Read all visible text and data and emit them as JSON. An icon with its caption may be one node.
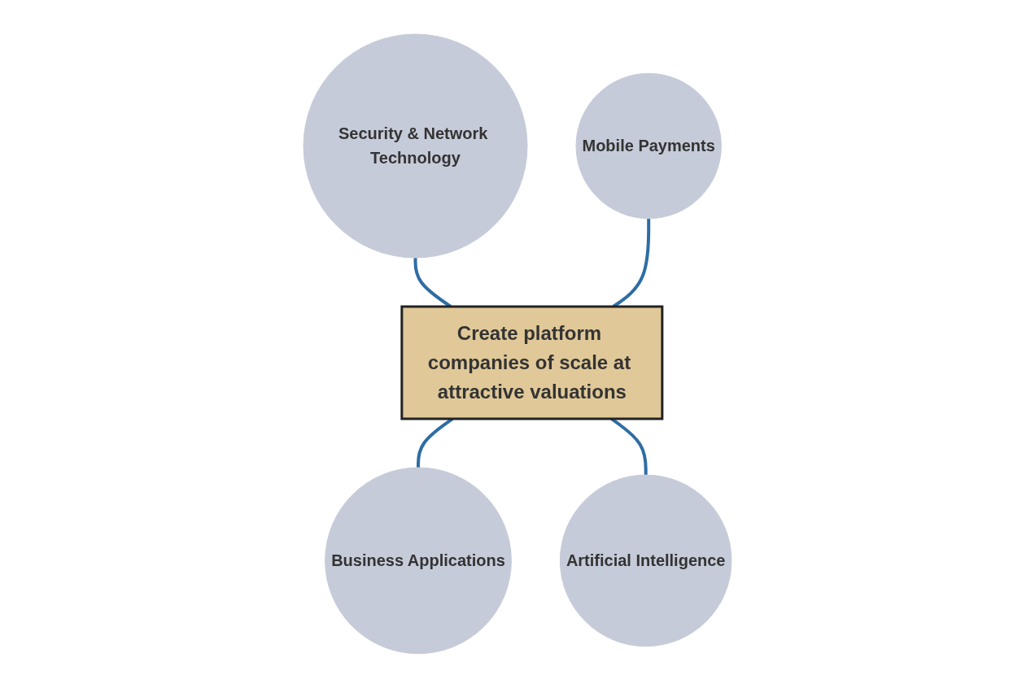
{
  "diagram": {
    "nodes": [
      {
        "text": [
          "Security & Network Technology"
        ]
      },
      {
        "text": [
          "Mobile Payments"
        ]
      },
      {
        "text": [
          "Create platform companies of scale at attractive valuations"
        ]
      },
      {
        "text": [
          "Business Applications"
        ]
      },
      {
        "text": [
          "Artificial Intelligence"
        ]
      }
    ],
    "edges": [
      {
        "from": 0,
        "to": 2,
        "arrow": "none"
      },
      {
        "from": 1,
        "to": 2,
        "arrow": "none"
      },
      {
        "from": 2,
        "to": 3,
        "arrow": "none"
      },
      {
        "from": 2,
        "to": 4,
        "arrow": "none"
      }
    ]
  }
}
